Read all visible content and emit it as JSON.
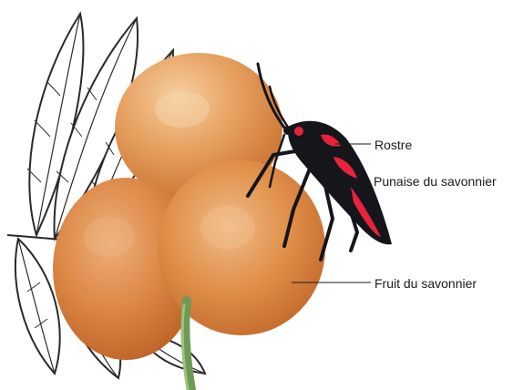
{
  "labels": {
    "rostre": "Rostre",
    "punaise": "Punaise du savonnier",
    "fruit": "Fruit du savonnier"
  },
  "colors": {
    "fruit_orange": "#e0904a",
    "fruit_highlight": "#f2c79a",
    "bug_black": "#15151c",
    "bug_red": "#e8223a",
    "stem_green": "#6f9a55",
    "leaf_outline": "#2a2a2a"
  }
}
